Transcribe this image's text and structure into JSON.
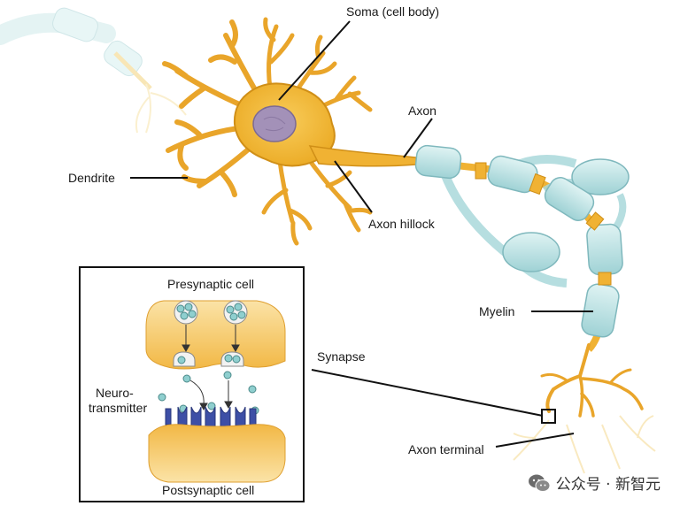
{
  "labels": {
    "soma": "Soma (cell body)",
    "axon": "Axon",
    "dendrite": "Dendrite",
    "axon_hillock": "Axon hillock",
    "myelin": "Myelin",
    "synapse": "Synapse",
    "axon_terminal": "Axon terminal",
    "presynaptic": "Presynaptic cell",
    "neurotransmitter_line1": "Neuro-",
    "neurotransmitter_line2": "transmitter",
    "postsynaptic": "Postsynaptic cell"
  },
  "watermark": {
    "text": "公众号 · 新智元",
    "logo": "wechat-logo"
  },
  "colors": {
    "neuron": "#f2b533",
    "neuron_stroke": "#c98a12",
    "nucleus": "#a08fb5",
    "myelin": "#b8e0e2",
    "myelin_stroke": "#7fb8bd",
    "terminal_fill": "#f6c563",
    "vesicle": "#8fcfcf",
    "receptor": "#3d4fa6",
    "line": "#111111"
  }
}
